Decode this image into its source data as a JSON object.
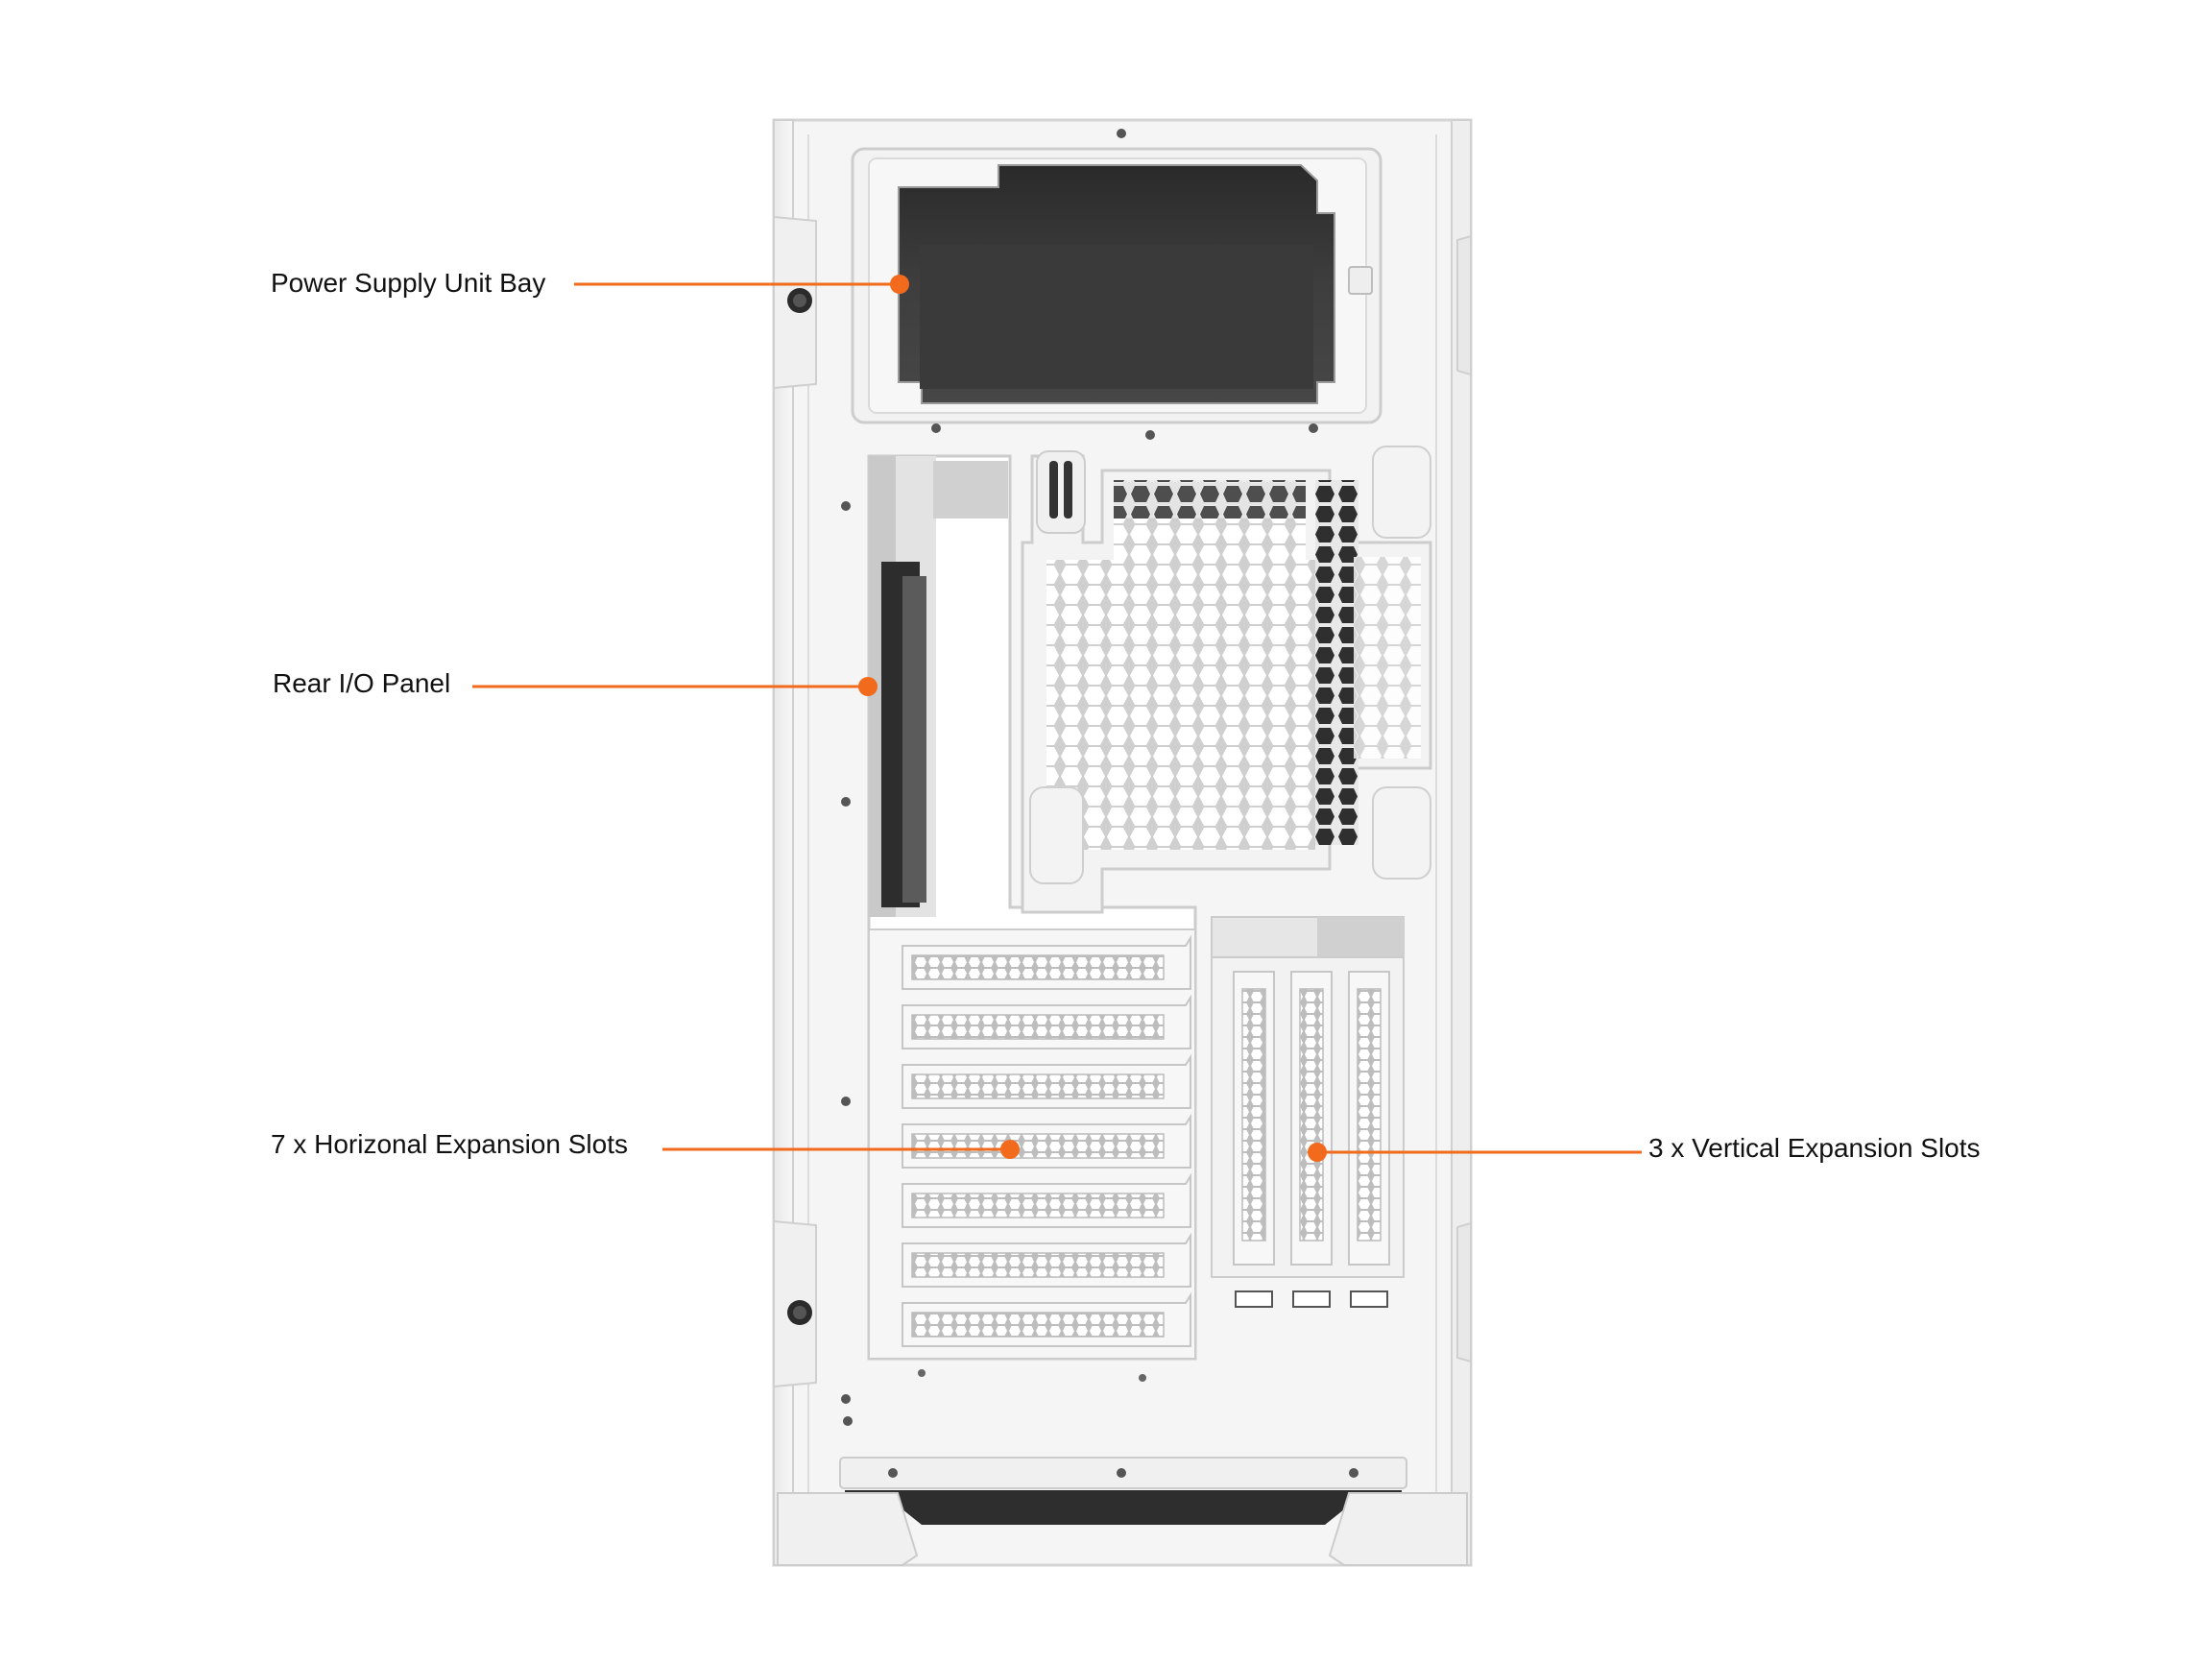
{
  "callouts": {
    "psu_bay": "Power Supply Unit Bay",
    "rear_io": "Rear I/O Panel",
    "horizontal_slots": "7 x Horizonal Expansion Slots",
    "vertical_slots": "3 x Vertical Expansion Slots"
  },
  "colors": {
    "accent": "#f26a1b",
    "case_body": "#f4f4f4",
    "case_edge": "#d6d6d6",
    "shadow": "#3c3c3c"
  },
  "components": {
    "horizontal_slot_count": 7,
    "vertical_slot_count": 3
  }
}
